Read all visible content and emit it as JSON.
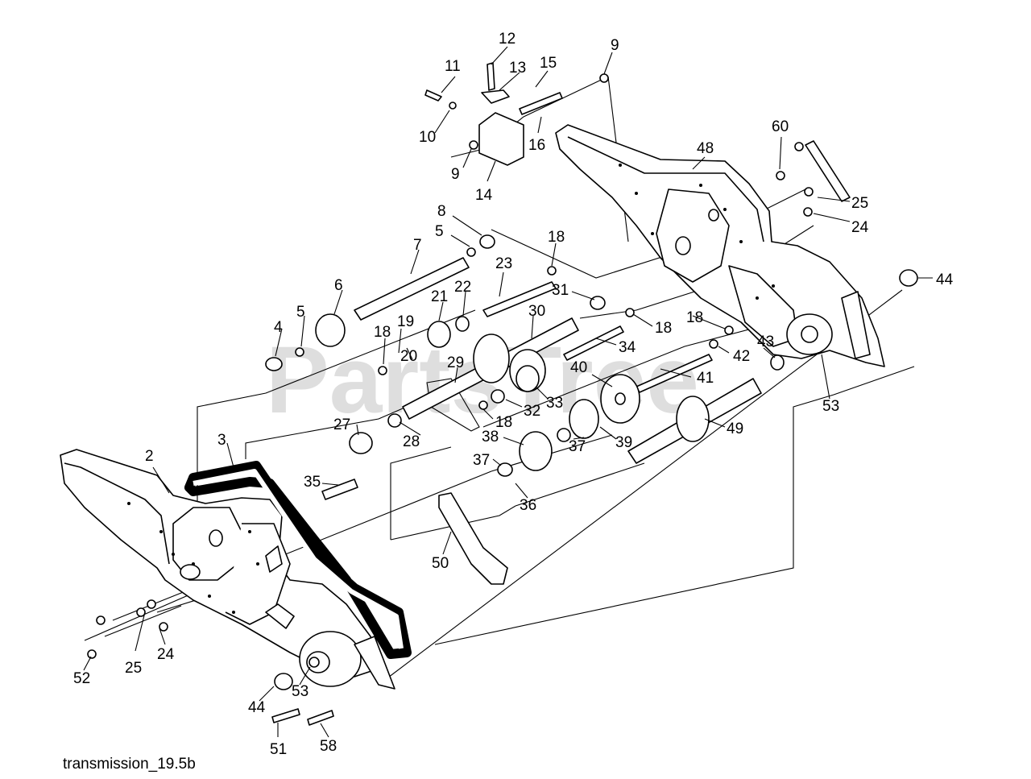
{
  "watermark": "PartsTree",
  "caption": "transmission_19.5b",
  "callouts": [
    "2",
    "3",
    "4",
    "5",
    "5",
    "6",
    "7",
    "8",
    "9",
    "9",
    "10",
    "11",
    "12",
    "13",
    "14",
    "15",
    "16",
    "18",
    "18",
    "18",
    "18",
    "18",
    "19",
    "20",
    "21",
    "22",
    "23",
    "24",
    "24",
    "25",
    "25",
    "27",
    "28",
    "29",
    "30",
    "31",
    "32",
    "33",
    "34",
    "35",
    "36",
    "37",
    "37",
    "38",
    "39",
    "40",
    "41",
    "42",
    "43",
    "44",
    "44",
    "48",
    "49",
    "50",
    "51",
    "52",
    "53",
    "53",
    "58",
    "60"
  ]
}
